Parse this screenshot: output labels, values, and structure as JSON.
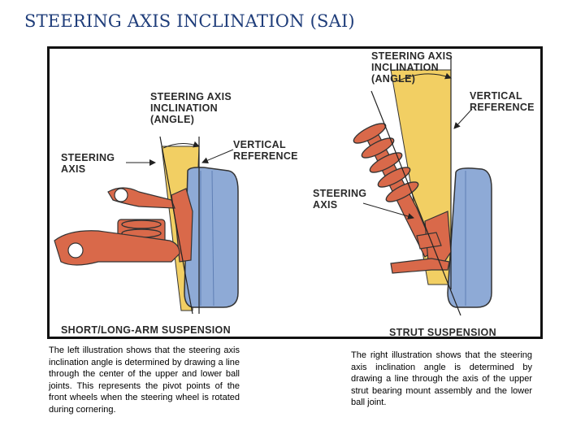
{
  "title": "STEERING AXIS INCLINATION (SAI)",
  "left_diagram": {
    "label_sai": "STEERING AXIS\nINCLINATION\n(ANGLE)",
    "label_vertical": "VERTICAL\nREFERENCE",
    "label_axis": "STEERING\nAXIS",
    "caption": "SHORT/LONG-ARM SUSPENSION"
  },
  "right_diagram": {
    "label_sai": "STEERING AXIS\nINCLINATION\n(ANGLE)",
    "label_vertical": "VERTICAL\nREFERENCE",
    "label_axis": "STEERING\nAXIS",
    "caption": "STRUT SUSPENSION"
  },
  "left_text": "The left illustration shows that the steering axis inclination angle is determined by drawing a line through the center of the upper and lower ball joints. This represents the pivot points of the front wheels when the steering wheel is rotated during cornering.",
  "right_text": "The right illustration shows that the steering axis inclination angle is determined by drawing a line through the axis of the upper strut bearing mount assembly and the lower ball joint.",
  "colors": {
    "title": "#1f3d7a",
    "wedge_yellow": "#f2cf63",
    "tire_blue": "#8eaad6",
    "part_red": "#d9694a"
  }
}
